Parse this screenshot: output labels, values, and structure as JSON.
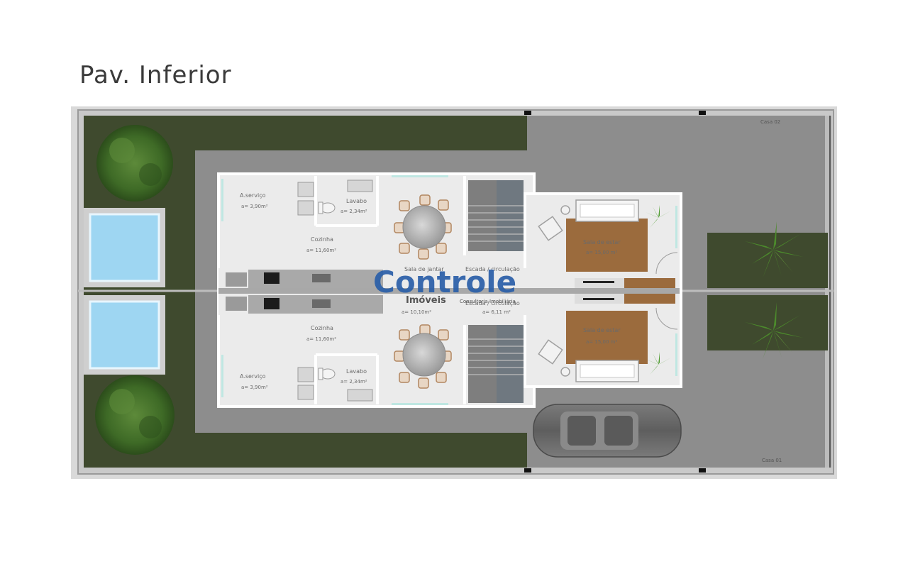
{
  "title": "Pav. Inferior",
  "casa_top": "Casa 02",
  "casa_bottom": "Casa 01",
  "watermark": {
    "brand": "Controle",
    "sub": "Imóveis",
    "tagline": "Consultoria Imobiliária"
  },
  "top_unit": {
    "area_servico": "A.serviço",
    "area_servico_area": "a= 3,90m²",
    "lavabo": "Lavabo",
    "lavabo_area": "a= 2,34m²",
    "cozinha": "Cozinha",
    "cozinha_area": "a= 11,60m²",
    "sala_jantar": "Sala de jantar",
    "sala_estar": "Sala de estar",
    "sala_estar_area": "a= 15,00 m²",
    "escada": "Escada / circulação"
  },
  "bottom_unit": {
    "area_servico": "A.serviço",
    "area_servico_area": "a= 3,90m²",
    "lavabo": "Lavabo",
    "lavabo_area": "a= 2,34m²",
    "cozinha": "Cozinha",
    "cozinha_area": "a= 11,60m²",
    "sala_jantar_area": "a= 10,10m²",
    "escada": "Escada / circulação",
    "escada_area": "a= 6,11 m²",
    "sala_estar": "Sala de estar",
    "sala_estar_area": "a= 15,00 m²"
  },
  "colors": {
    "lawn": "#3f4a2e",
    "paving": "#8d8d8d",
    "floor": "#ebebeb",
    "wood": "#9b6b3d",
    "pool": "#9ed6f2",
    "brand_blue": "#2a5fa8"
  }
}
